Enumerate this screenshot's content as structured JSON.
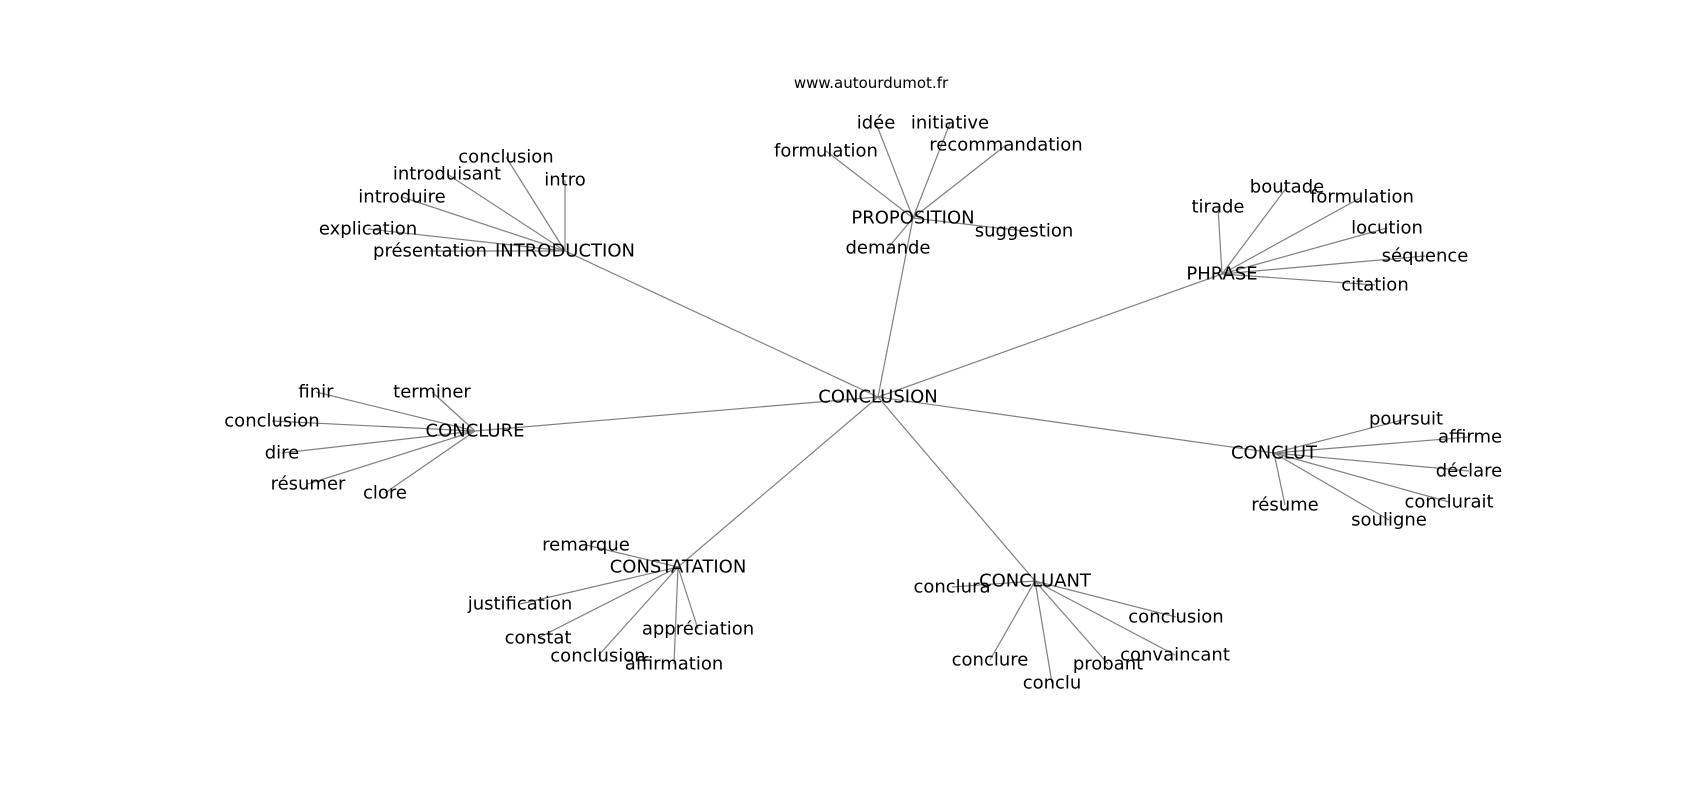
{
  "site": "www.autourdumot.fr",
  "edge_color": "#808080",
  "text_color": "#000000",
  "root": "CONCLUSION",
  "groups": [
    {
      "hub": "INTRODUCTION",
      "leaves": [
        "conclusion",
        "introduisant",
        "intro",
        "introduire",
        "explication",
        "présentation"
      ]
    },
    {
      "hub": "PROPOSITION",
      "leaves": [
        "idée",
        "initiative",
        "formulation",
        "recommandation",
        "suggestion",
        "demande"
      ]
    },
    {
      "hub": "PHRASE",
      "leaves": [
        "boutade",
        "tirade",
        "formulation",
        "locution",
        "séquence",
        "citation"
      ]
    },
    {
      "hub": "CONCLURE",
      "leaves": [
        "finir",
        "terminer",
        "conclusion",
        "dire",
        "résumer",
        "clore"
      ]
    },
    {
      "hub": "CONCLUT",
      "leaves": [
        "poursuit",
        "affirme",
        "déclare",
        "conclurait",
        "résume",
        "souligne"
      ]
    },
    {
      "hub": "CONSTATATION",
      "leaves": [
        "remarque",
        "justification",
        "appréciation",
        "constat",
        "conclusion",
        "affirmation"
      ]
    },
    {
      "hub": "CONCLUANT",
      "leaves": [
        "conclura",
        "conclusion",
        "convaincant",
        "conclure",
        "probant",
        "conclu"
      ]
    }
  ]
}
